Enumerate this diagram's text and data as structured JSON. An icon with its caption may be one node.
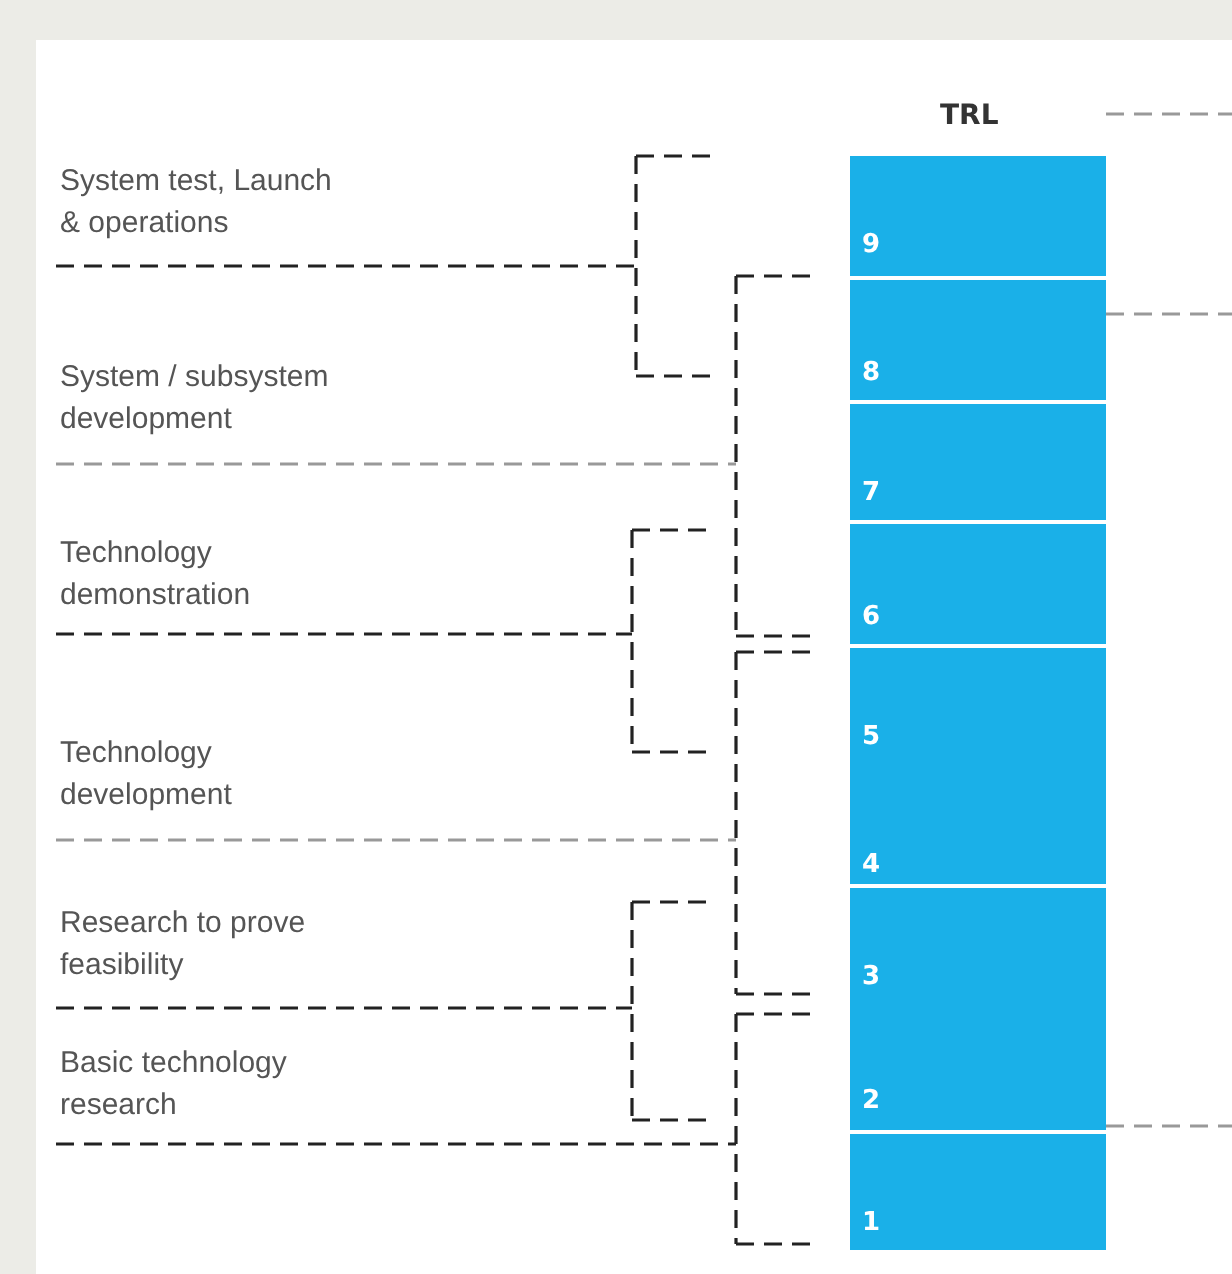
{
  "diagram": {
    "title": "TRL",
    "nodes": [
      {
        "text": [
          "9"
        ]
      },
      {
        "text": [
          "8"
        ]
      },
      {
        "text": [
          "7"
        ]
      },
      {
        "text": [
          "6"
        ]
      },
      {
        "text": [
          "5",
          "4"
        ]
      },
      {
        "text": [
          "3",
          "2"
        ]
      },
      {
        "text": [
          "1"
        ]
      }
    ],
    "labels": [
      "System test, Launch & operations",
      "System / subsystem development",
      "Technology demonstration",
      "Technology development",
      "Research to prove feasibility",
      "Basic technology research"
    ]
  }
}
